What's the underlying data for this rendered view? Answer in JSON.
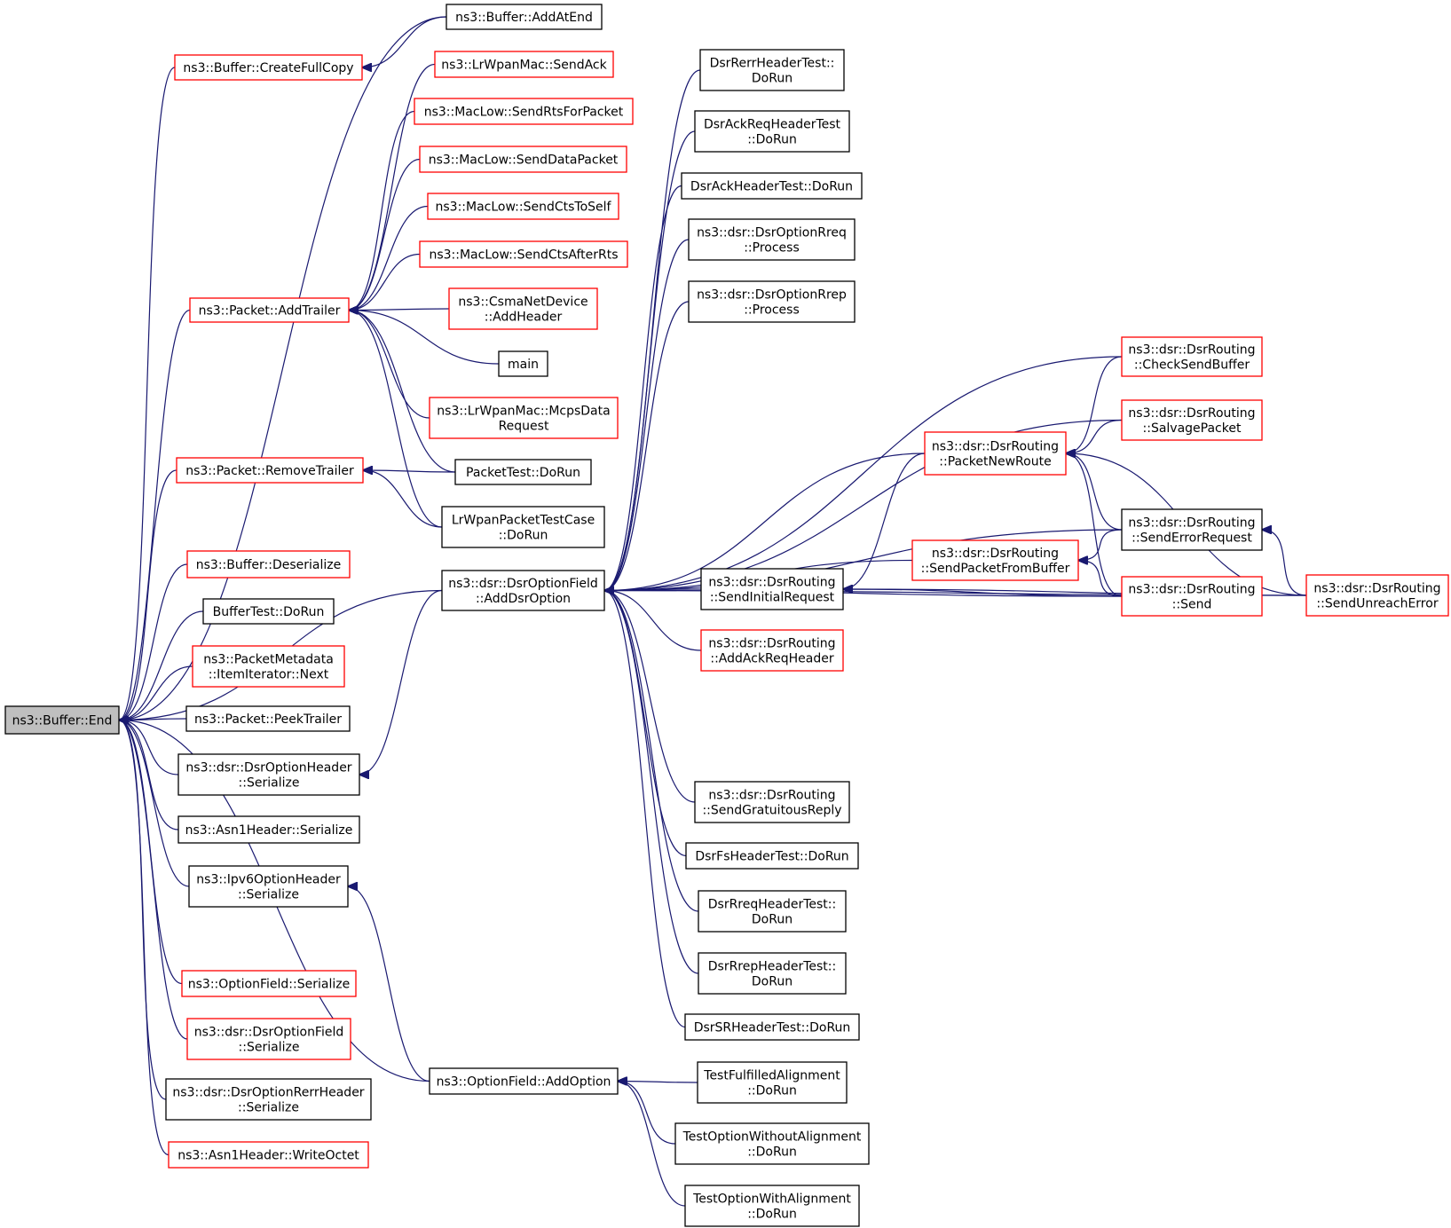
{
  "colors": {
    "edge": "#191970",
    "current_fill": "#bfbfbf",
    "documented_border": "#000000",
    "undocumented_border": "#ff0000"
  },
  "nodes": [
    {
      "id": "end",
      "lines": [
        "ns3::Buffer::End"
      ],
      "kind": "current"
    },
    {
      "id": "createfullcopy",
      "lines": [
        "ns3::Buffer::CreateFullCopy"
      ],
      "kind": "red"
    },
    {
      "id": "addtrailer",
      "lines": [
        "ns3::Packet::AddTrailer"
      ],
      "kind": "red"
    },
    {
      "id": "removetrailer",
      "lines": [
        "ns3::Packet::RemoveTrailer"
      ],
      "kind": "red"
    },
    {
      "id": "deserialize",
      "lines": [
        "ns3::Buffer::Deserialize"
      ],
      "kind": "red"
    },
    {
      "id": "buffertest",
      "lines": [
        "BufferTest::DoRun"
      ],
      "kind": "black"
    },
    {
      "id": "itemnext",
      "lines": [
        "ns3::PacketMetadata",
        "::ItemIterator::Next"
      ],
      "kind": "red"
    },
    {
      "id": "peektrailer",
      "lines": [
        "ns3::Packet::PeekTrailer"
      ],
      "kind": "black"
    },
    {
      "id": "dsroptheader",
      "lines": [
        "ns3::dsr::DsrOptionHeader",
        "::Serialize"
      ],
      "kind": "black"
    },
    {
      "id": "asn1ser",
      "lines": [
        "ns3::Asn1Header::Serialize"
      ],
      "kind": "black"
    },
    {
      "id": "ipv6opt",
      "lines": [
        "ns3::Ipv6OptionHeader",
        "::Serialize"
      ],
      "kind": "black"
    },
    {
      "id": "optfieldser",
      "lines": [
        "ns3::OptionField::Serialize"
      ],
      "kind": "red"
    },
    {
      "id": "dsroptfieldser",
      "lines": [
        "ns3::dsr::DsrOptionField",
        "::Serialize"
      ],
      "kind": "red"
    },
    {
      "id": "dsrrerrser",
      "lines": [
        "ns3::dsr::DsrOptionRerrHeader",
        "::Serialize"
      ],
      "kind": "black"
    },
    {
      "id": "writeoctet",
      "lines": [
        "ns3::Asn1Header::WriteOctet"
      ],
      "kind": "red"
    },
    {
      "id": "addatend",
      "lines": [
        "ns3::Buffer::AddAtEnd"
      ],
      "kind": "black"
    },
    {
      "id": "sendack",
      "lines": [
        "ns3::LrWpanMac::SendAck"
      ],
      "kind": "red"
    },
    {
      "id": "sendrts",
      "lines": [
        "ns3::MacLow::SendRtsForPacket"
      ],
      "kind": "red"
    },
    {
      "id": "senddata",
      "lines": [
        "ns3::MacLow::SendDataPacket"
      ],
      "kind": "red"
    },
    {
      "id": "sendctsself",
      "lines": [
        "ns3::MacLow::SendCtsToSelf"
      ],
      "kind": "red"
    },
    {
      "id": "sendctsafter",
      "lines": [
        "ns3::MacLow::SendCtsAfterRts"
      ],
      "kind": "red"
    },
    {
      "id": "csmaaddheader",
      "lines": [
        "ns3::CsmaNetDevice",
        "::AddHeader"
      ],
      "kind": "red"
    },
    {
      "id": "main",
      "lines": [
        "main"
      ],
      "kind": "black"
    },
    {
      "id": "mcpsdata",
      "lines": [
        "ns3::LrWpanMac::McpsData",
        "Request"
      ],
      "kind": "red"
    },
    {
      "id": "packettest",
      "lines": [
        "PacketTest::DoRun"
      ],
      "kind": "black"
    },
    {
      "id": "lrwpantest",
      "lines": [
        "LrWpanPacketTestCase",
        "::DoRun"
      ],
      "kind": "black"
    },
    {
      "id": "adddsroption",
      "lines": [
        "ns3::dsr::DsrOptionField",
        "::AddDsrOption"
      ],
      "kind": "black"
    },
    {
      "id": "addoption",
      "lines": [
        "ns3::OptionField::AddOption"
      ],
      "kind": "black"
    },
    {
      "id": "rerrtest",
      "lines": [
        "DsrRerrHeaderTest::",
        "DoRun"
      ],
      "kind": "black"
    },
    {
      "id": "ackreqtest",
      "lines": [
        "DsrAckReqHeaderTest",
        "::DoRun"
      ],
      "kind": "black"
    },
    {
      "id": "acktest",
      "lines": [
        "DsrAckHeaderTest::DoRun"
      ],
      "kind": "black"
    },
    {
      "id": "rreqproc",
      "lines": [
        "ns3::dsr::DsrOptionRreq",
        "::Process"
      ],
      "kind": "black"
    },
    {
      "id": "rrepproc",
      "lines": [
        "ns3::dsr::DsrOptionRrep",
        "::Process"
      ],
      "kind": "black"
    },
    {
      "id": "sendinitial",
      "lines": [
        "ns3::dsr::DsrRouting",
        "::SendInitialRequest"
      ],
      "kind": "black"
    },
    {
      "id": "addackreq",
      "lines": [
        "ns3::dsr::DsrRouting",
        "::AddAckReqHeader"
      ],
      "kind": "red"
    },
    {
      "id": "gratuitous",
      "lines": [
        "ns3::dsr::DsrRouting",
        "::SendGratuitousReply"
      ],
      "kind": "black"
    },
    {
      "id": "fstest",
      "lines": [
        "DsrFsHeaderTest::DoRun"
      ],
      "kind": "black"
    },
    {
      "id": "rreqtest",
      "lines": [
        "DsrRreqHeaderTest::",
        "DoRun"
      ],
      "kind": "black"
    },
    {
      "id": "rreptest",
      "lines": [
        "DsrRrepHeaderTest::",
        "DoRun"
      ],
      "kind": "black"
    },
    {
      "id": "srtest",
      "lines": [
        "DsrSRHeaderTest::DoRun"
      ],
      "kind": "black"
    },
    {
      "id": "fulfilled",
      "lines": [
        "TestFulfilledAlignment",
        "::DoRun"
      ],
      "kind": "black"
    },
    {
      "id": "without",
      "lines": [
        "TestOptionWithoutAlignment",
        "::DoRun"
      ],
      "kind": "black"
    },
    {
      "id": "withalign",
      "lines": [
        "TestOptionWithAlignment",
        "::DoRun"
      ],
      "kind": "black"
    },
    {
      "id": "packetnewroute",
      "lines": [
        "ns3::dsr::DsrRouting",
        "::PacketNewRoute"
      ],
      "kind": "red"
    },
    {
      "id": "sendfrombuffer",
      "lines": [
        "ns3::dsr::DsrRouting",
        "::SendPacketFromBuffer"
      ],
      "kind": "red"
    },
    {
      "id": "checksend",
      "lines": [
        "ns3::dsr::DsrRouting",
        "::CheckSendBuffer"
      ],
      "kind": "red"
    },
    {
      "id": "salvage",
      "lines": [
        "ns3::dsr::DsrRouting",
        "::SalvagePacket"
      ],
      "kind": "red"
    },
    {
      "id": "senderror",
      "lines": [
        "ns3::dsr::DsrRouting",
        "::SendErrorRequest"
      ],
      "kind": "black"
    },
    {
      "id": "send",
      "lines": [
        "ns3::dsr::DsrRouting",
        "::Send"
      ],
      "kind": "red"
    },
    {
      "id": "sendunreach",
      "lines": [
        "ns3::dsr::DsrRouting",
        "::SendUnreachError"
      ],
      "kind": "red"
    }
  ],
  "edges": [
    [
      "end",
      "createfullcopy"
    ],
    [
      "end",
      "addtrailer"
    ],
    [
      "end",
      "removetrailer"
    ],
    [
      "end",
      "deserialize"
    ],
    [
      "end",
      "buffertest"
    ],
    [
      "end",
      "itemnext"
    ],
    [
      "end",
      "peektrailer"
    ],
    [
      "end",
      "dsroptheader"
    ],
    [
      "end",
      "asn1ser"
    ],
    [
      "end",
      "ipv6opt"
    ],
    [
      "end",
      "optfieldser"
    ],
    [
      "end",
      "dsroptfieldser"
    ],
    [
      "end",
      "dsrrerrser"
    ],
    [
      "end",
      "writeoctet"
    ],
    [
      "end",
      "addatend"
    ],
    [
      "end",
      "adddsroption"
    ],
    [
      "end",
      "addoption"
    ],
    [
      "createfullcopy",
      "addatend"
    ],
    [
      "addtrailer",
      "sendack"
    ],
    [
      "addtrailer",
      "sendrts"
    ],
    [
      "addtrailer",
      "senddata"
    ],
    [
      "addtrailer",
      "sendctsself"
    ],
    [
      "addtrailer",
      "sendctsafter"
    ],
    [
      "addtrailer",
      "csmaaddheader"
    ],
    [
      "addtrailer",
      "main"
    ],
    [
      "addtrailer",
      "mcpsdata"
    ],
    [
      "addtrailer",
      "packettest"
    ],
    [
      "addtrailer",
      "lrwpantest"
    ],
    [
      "removetrailer",
      "packettest"
    ],
    [
      "removetrailer",
      "lrwpantest"
    ],
    [
      "dsroptheader",
      "adddsroption"
    ],
    [
      "ipv6opt",
      "addoption"
    ],
    [
      "adddsroption",
      "rerrtest"
    ],
    [
      "adddsroption",
      "ackreqtest"
    ],
    [
      "adddsroption",
      "acktest"
    ],
    [
      "adddsroption",
      "rreqproc"
    ],
    [
      "adddsroption",
      "rrepproc"
    ],
    [
      "adddsroption",
      "checksend"
    ],
    [
      "adddsroption",
      "salvage"
    ],
    [
      "adddsroption",
      "packetnewroute"
    ],
    [
      "adddsroption",
      "senderror"
    ],
    [
      "adddsroption",
      "sendfrombuffer"
    ],
    [
      "adddsroption",
      "sendinitial"
    ],
    [
      "adddsroption",
      "addackreq"
    ],
    [
      "adddsroption",
      "send"
    ],
    [
      "adddsroption",
      "sendunreach"
    ],
    [
      "adddsroption",
      "gratuitous"
    ],
    [
      "adddsroption",
      "fstest"
    ],
    [
      "adddsroption",
      "rreqtest"
    ],
    [
      "adddsroption",
      "rreptest"
    ],
    [
      "adddsroption",
      "srtest"
    ],
    [
      "addoption",
      "fulfilled"
    ],
    [
      "addoption",
      "without"
    ],
    [
      "addoption",
      "withalign"
    ],
    [
      "sendinitial",
      "packetnewroute"
    ],
    [
      "sendinitial",
      "send"
    ],
    [
      "sendinitial",
      "sendunreach"
    ],
    [
      "sendfrombuffer",
      "senderror"
    ],
    [
      "sendfrombuffer",
      "send"
    ],
    [
      "packetnewroute",
      "checksend"
    ],
    [
      "packetnewroute",
      "salvage"
    ],
    [
      "packetnewroute",
      "senderror"
    ],
    [
      "packetnewroute",
      "send"
    ],
    [
      "packetnewroute",
      "sendunreach"
    ],
    [
      "senderror",
      "sendunreach"
    ]
  ]
}
